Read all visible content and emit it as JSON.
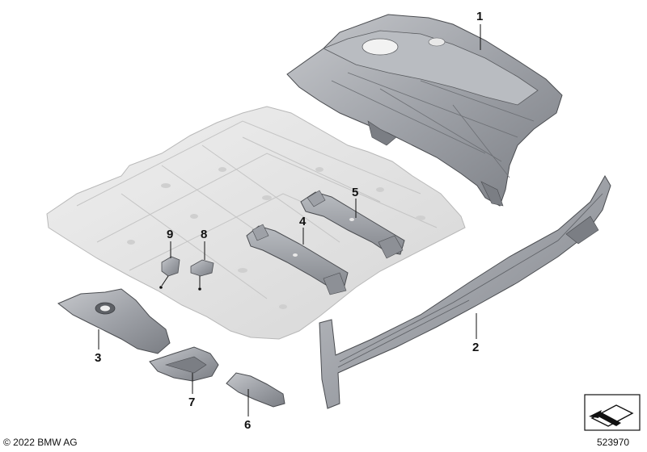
{
  "diagram": {
    "parts": [
      {
        "number": "1",
        "name": "rear-floor-panel"
      },
      {
        "number": "2",
        "name": "side-sill-member"
      },
      {
        "number": "3",
        "name": "floor-bracket-left"
      },
      {
        "number": "4",
        "name": "seat-crossmember-front"
      },
      {
        "number": "5",
        "name": "seat-crossmember-rear"
      },
      {
        "number": "6",
        "name": "small-bracket"
      },
      {
        "number": "7",
        "name": "support-bracket"
      },
      {
        "number": "8",
        "name": "mounting-clip"
      },
      {
        "number": "9",
        "name": "mounting-bracket"
      }
    ]
  },
  "footer": {
    "copyright": "© 2022 BMW AG",
    "diagram_id": "523970"
  },
  "colors": {
    "floor_panel": "#e2e2e2",
    "part_dark": "#8d9096",
    "part_mid": "#aeb1b6",
    "part_light": "#c9cbcf",
    "outline": "#4a4c50"
  }
}
